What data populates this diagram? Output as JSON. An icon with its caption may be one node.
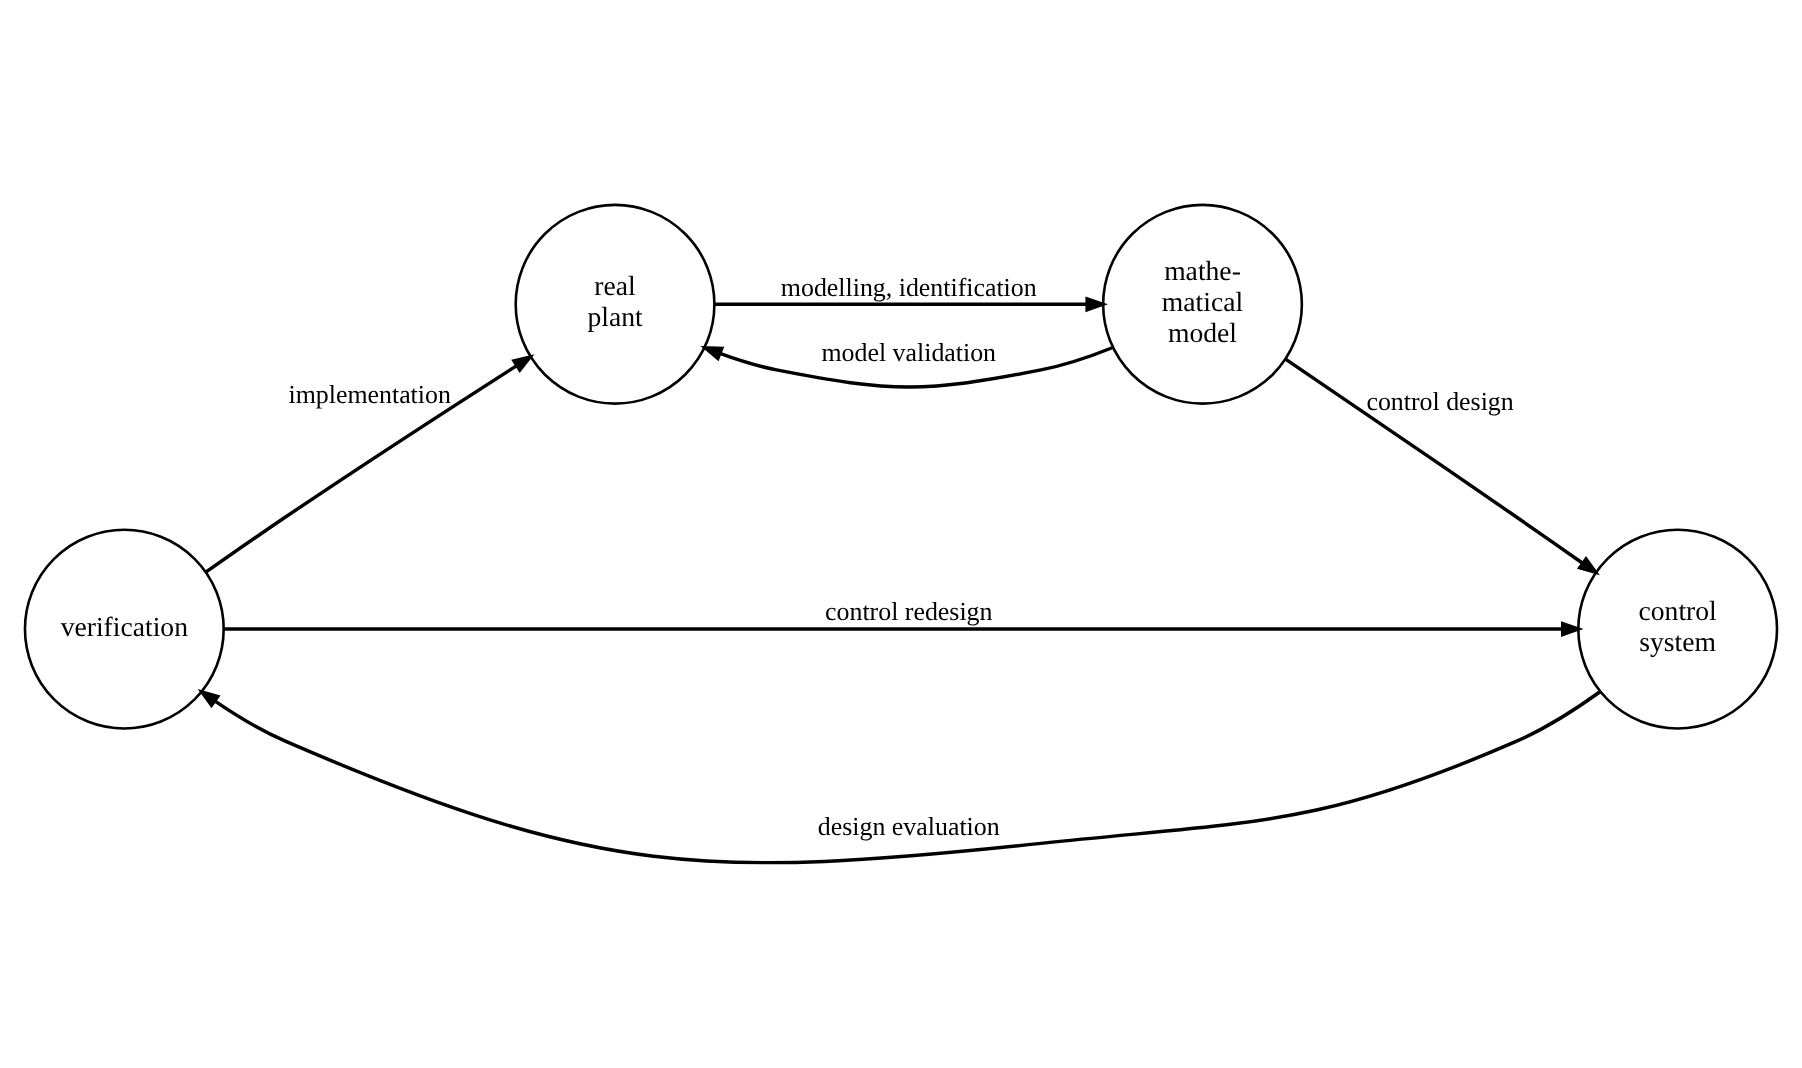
{
  "diagram": {
    "nodes": [
      {
        "text": [
          "verification"
        ]
      },
      {
        "text": [
          "real plant"
        ]
      },
      {
        "text": [
          "control system"
        ]
      },
      {
        "text": [
          "mathe- matical model"
        ]
      }
    ],
    "edges": [
      {
        "from": 0,
        "to": 1,
        "arrow": "to",
        "label": "implementation"
      },
      {
        "from": 1,
        "to": 3,
        "arrow": "to",
        "label": "modelling, identification"
      },
      {
        "from": 3,
        "to": 1,
        "arrow": "to",
        "label": "model validation"
      },
      {
        "from": 3,
        "to": 2,
        "arrow": "to",
        "label": "control design"
      },
      {
        "from": 2,
        "to": 0,
        "arrow": "to",
        "label": "design evaluation"
      },
      {
        "from": 0,
        "to": 2,
        "arrow": "to",
        "label": "control redesign"
      }
    ]
  }
}
